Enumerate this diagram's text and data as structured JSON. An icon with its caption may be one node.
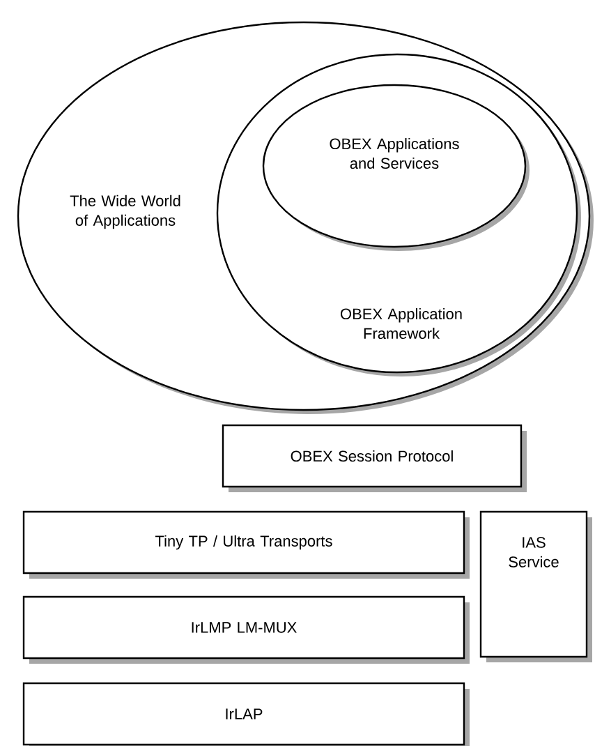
{
  "diagram": {
    "nodes": [
      {
        "text": [
          "The Wide World of Applications"
        ]
      },
      {
        "text": [
          "OBEX Application Framework"
        ],
        "in": 0
      },
      {
        "text": [
          "OBEX Applications and Services"
        ],
        "in": 1
      },
      {
        "text": [
          "OBEX Session Protocol"
        ]
      },
      {
        "text": [
          "Tiny TP / Ultra Transports"
        ]
      },
      {
        "text": [
          "IAS Service"
        ]
      },
      {
        "text": [
          "IrLMP LM-MUX"
        ]
      },
      {
        "text": [
          "IrLAP"
        ]
      }
    ]
  }
}
